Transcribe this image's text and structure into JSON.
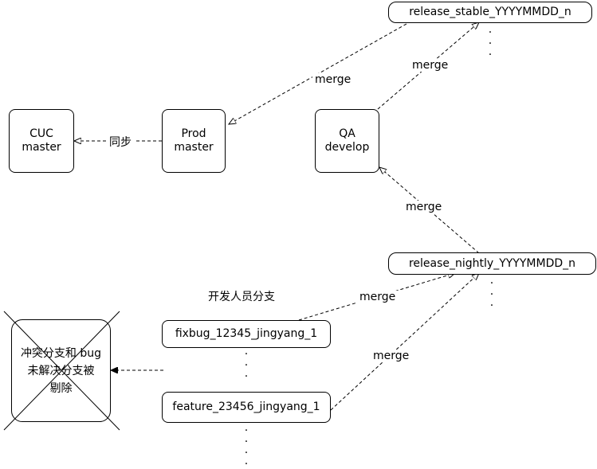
{
  "nodes": {
    "release_stable": "release_stable_YYYYMMDD_n",
    "release_nightly": "release_nightly_YYYYMMDD_n",
    "cuc_master": "CUC\nmaster",
    "prod_master": "Prod\nmaster",
    "qa_develop": "QA\ndevelop",
    "fixbug": "fixbug_12345_jingyang_1",
    "feature": "feature_23456_jingyang_1",
    "deleted_branches": "冲突分支和 bug\n未解决分支被\n剔除"
  },
  "labels": {
    "sync": "同步",
    "merge_stable_to_prod": "merge",
    "merge_qa_to_stable": "merge",
    "merge_nightly_to_qa": "merge",
    "merge_fixbug_to_nightly": "merge",
    "merge_feature_to_nightly": "merge",
    "developer_branches": "开发人员分支"
  },
  "ellipsis": ".",
  "colors": {
    "stroke": "#000000",
    "background": "#ffffff"
  }
}
